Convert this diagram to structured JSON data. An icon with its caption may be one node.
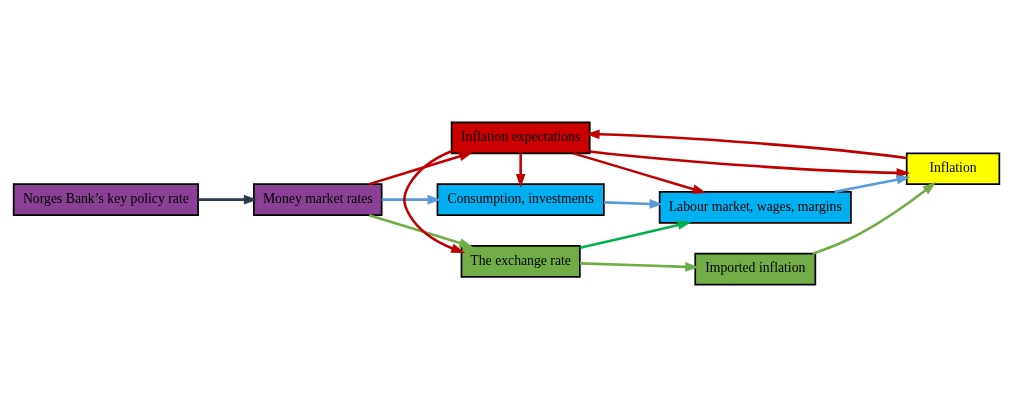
{
  "diagram": {
    "nodes": [
      {
        "text": [
          "Norges Bank’s key policy rate"
        ]
      },
      {
        "text": [
          "Money market rates"
        ]
      },
      {
        "text": [
          "The exchange rate"
        ]
      },
      {
        "text": [
          "Imported inflation"
        ]
      },
      {
        "text": [
          "Inflation expectations"
        ]
      },
      {
        "text": [
          "Consumption, investments"
        ]
      },
      {
        "text": [
          "Labour market, wages, margins"
        ]
      },
      {
        "text": [
          "Inflation"
        ]
      }
    ],
    "edges": [
      {
        "from": 0,
        "to": 1,
        "arrow": "to",
        "color": "#2e3b4e"
      },
      {
        "from": 1,
        "to": 2,
        "arrow": "to",
        "color": "#70ad47"
      },
      {
        "from": 1,
        "to": 4,
        "arrow": "to",
        "color": "#c00000"
      },
      {
        "from": 1,
        "to": 5,
        "arrow": "to",
        "color": "#5b9bd5"
      },
      {
        "from": 2,
        "to": 3,
        "arrow": "to",
        "color": "#70ad47"
      },
      {
        "from": 3,
        "to": 7,
        "arrow": "to",
        "color": "#70ad47"
      },
      {
        "from": 4,
        "to": 2,
        "arrow": "to",
        "color": "#c00000"
      },
      {
        "from": 2,
        "to": 6,
        "arrow": "to",
        "color": "#00b050"
      },
      {
        "from": 4,
        "to": 7,
        "arrow": "to",
        "color": "#c00000"
      },
      {
        "from": 7,
        "to": 4,
        "arrow": "to",
        "color": "#c00000"
      },
      {
        "from": 4,
        "to": 5,
        "arrow": "to",
        "color": "#c00000"
      },
      {
        "from": 4,
        "to": 6,
        "arrow": "to",
        "color": "#c00000"
      },
      {
        "from": 5,
        "to": 6,
        "arrow": "to",
        "color": "#5b9bd5"
      },
      {
        "from": 6,
        "to": 7,
        "arrow": "to",
        "color": "#5b9bd5"
      }
    ]
  }
}
